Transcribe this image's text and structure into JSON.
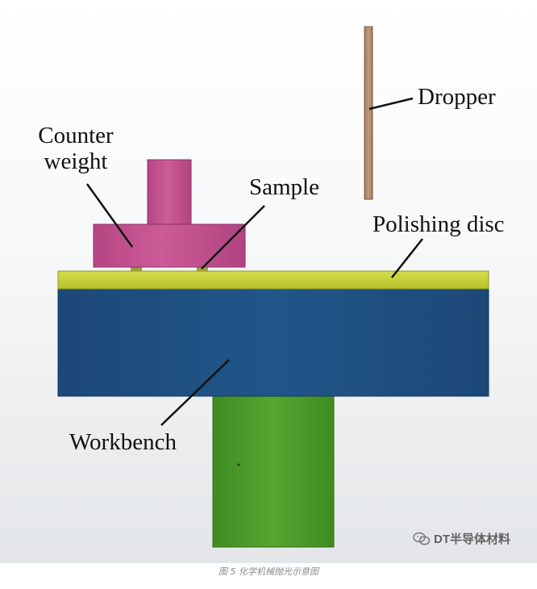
{
  "labels": {
    "dropper": "Dropper",
    "counter_weight_line1": "Counter",
    "counter_weight_line2": "weight",
    "sample": "Sample",
    "polishing_disc": "Polishing disc",
    "workbench": "Workbench"
  },
  "colors": {
    "dropper": "#b58b6e",
    "counter_weight": "#c0508e",
    "polishing_disc": "#c6cf35",
    "workbench_disc": "#1f4f80",
    "workbench_column": "#4c9a2a",
    "leader_lines": "#111111"
  },
  "watermark": {
    "icon": "wechat-icon",
    "text": "DT半导体材料"
  },
  "caption": "图 5 化学机械抛光示意图"
}
